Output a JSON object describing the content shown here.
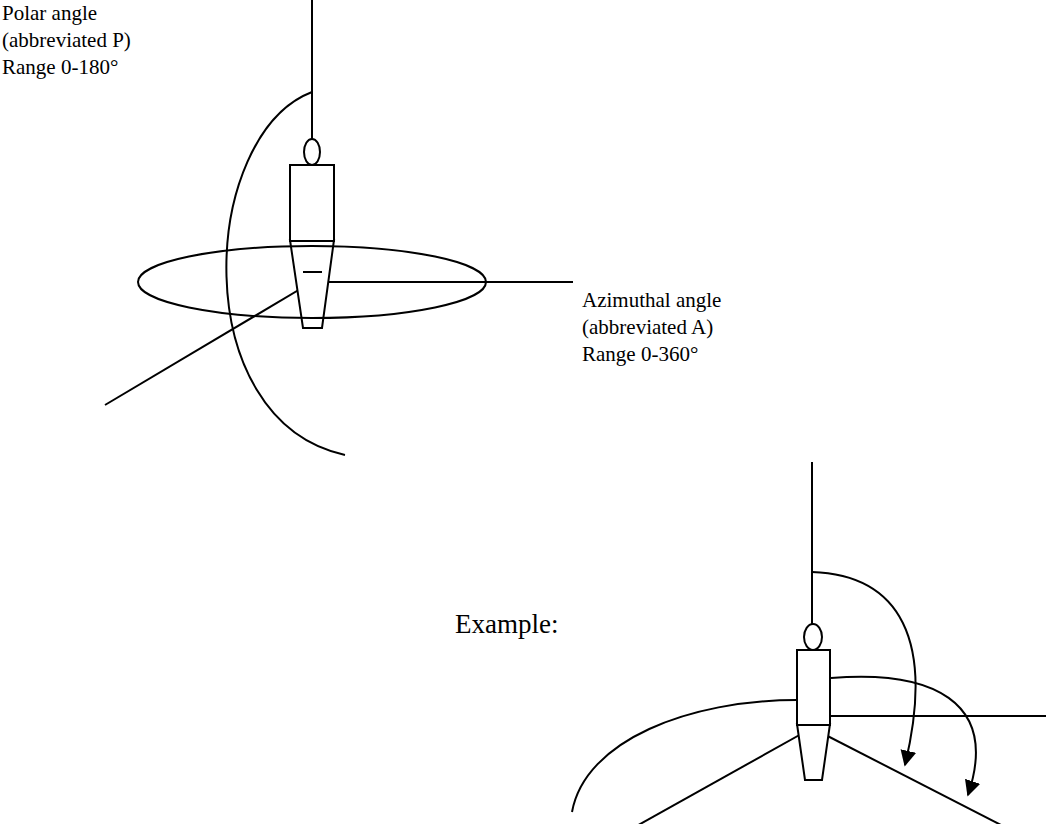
{
  "diagram": {
    "labels": [
      "Polar angle (abbreviated P) Range 0-180°",
      "Azimuthal angle (abbreviated A) Range 0-360°",
      "Example:"
    ]
  }
}
